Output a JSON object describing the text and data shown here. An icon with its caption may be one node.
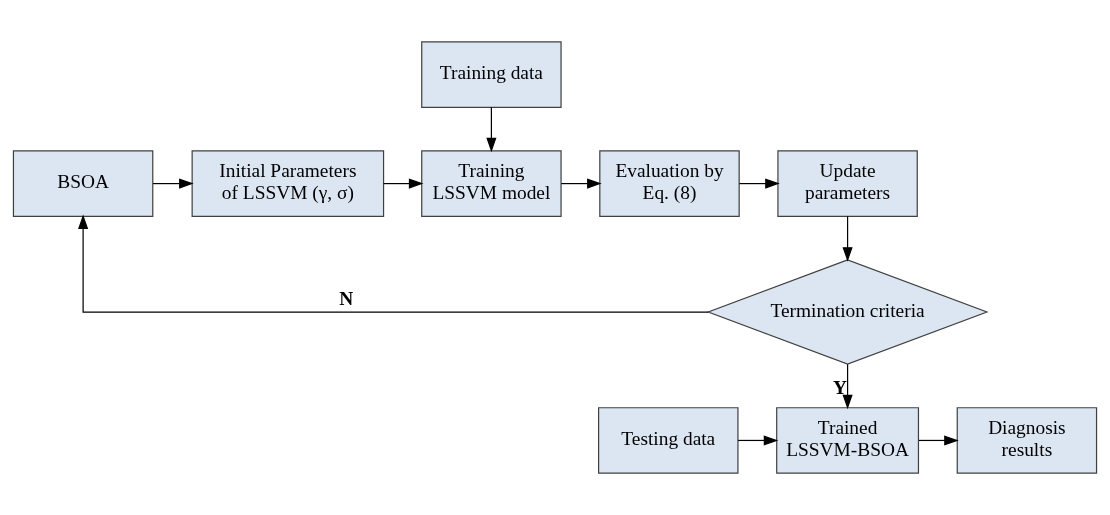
{
  "diagram": {
    "nodes": [
      {
        "text": [
          "Training data"
        ]
      },
      {
        "text": [
          "BSOA"
        ]
      },
      {
        "text": [
          "Initial Parameters of LSSVM (γ, σ)"
        ]
      },
      {
        "text": [
          "Training LSSVM model"
        ]
      },
      {
        "text": [
          "Evaluation by Eq. (8)"
        ]
      },
      {
        "text": [
          "Update parameters"
        ]
      },
      {
        "text": [
          "Termination criteria"
        ]
      },
      {
        "text": [
          "Testing data"
        ]
      },
      {
        "text": [
          "Trained LSSVM-BSOA"
        ]
      },
      {
        "text": [
          "Diagnosis results"
        ]
      }
    ],
    "edges": [
      {
        "from": 0,
        "to": 3,
        "arrow": "to"
      },
      {
        "from": 1,
        "to": 2,
        "arrow": "to"
      },
      {
        "from": 2,
        "to": 3,
        "arrow": "to"
      },
      {
        "from": 3,
        "to": 4,
        "arrow": "to"
      },
      {
        "from": 4,
        "to": 5,
        "arrow": "to"
      },
      {
        "from": 5,
        "to": 6,
        "arrow": "to"
      },
      {
        "from": 6,
        "to": 1,
        "arrow": "to",
        "label": "N"
      },
      {
        "from": 6,
        "to": 8,
        "arrow": "to",
        "label": "Y"
      },
      {
        "from": 7,
        "to": 8,
        "arrow": "to"
      },
      {
        "from": 8,
        "to": 9,
        "arrow": "to"
      }
    ]
  }
}
